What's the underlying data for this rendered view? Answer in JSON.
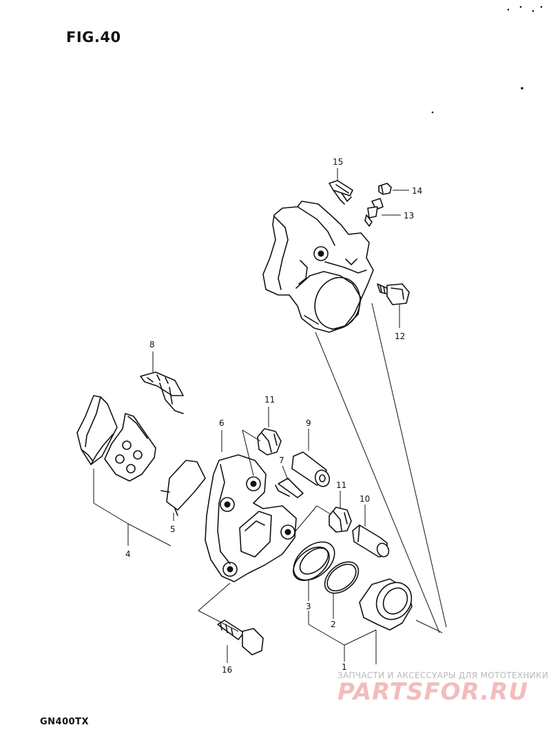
{
  "figure": {
    "title": "FIG.40",
    "model": "GN400TX"
  },
  "watermark": {
    "top_text": "ЗАПЧАСТИ И АКСЕССУАРЫ ДЛЯ МОТОТЕХНИКИ",
    "logo_text": "PARTSFOR.RU"
  },
  "callouts": {
    "c1": "1",
    "c2": "2",
    "c3": "3",
    "c4": "4",
    "c5": "5",
    "c6": "6",
    "c7": "7",
    "c8": "8",
    "c9": "9",
    "c10": "10",
    "c11a": "11",
    "c11b": "11",
    "c12": "12",
    "c13": "13",
    "c14": "14",
    "c15": "15",
    "c16": "16"
  }
}
